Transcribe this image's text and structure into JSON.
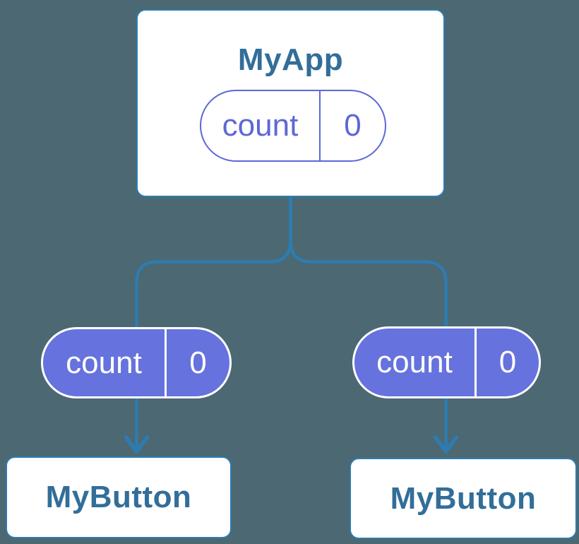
{
  "theme": {
    "background": "#4c6873",
    "connector": "#2d7cb1",
    "heading": "#326e99",
    "pill_outline": "#5c68d6",
    "pill_fill": "#6672dd",
    "surface": "#ffffff"
  },
  "diagram": {
    "parent": {
      "title": "MyApp",
      "state": {
        "name": "count",
        "value": "0"
      }
    },
    "children": [
      {
        "title": "MyButton",
        "prop": {
          "name": "count",
          "value": "0"
        }
      },
      {
        "title": "MyButton",
        "prop": {
          "name": "count",
          "value": "0"
        }
      }
    ]
  }
}
